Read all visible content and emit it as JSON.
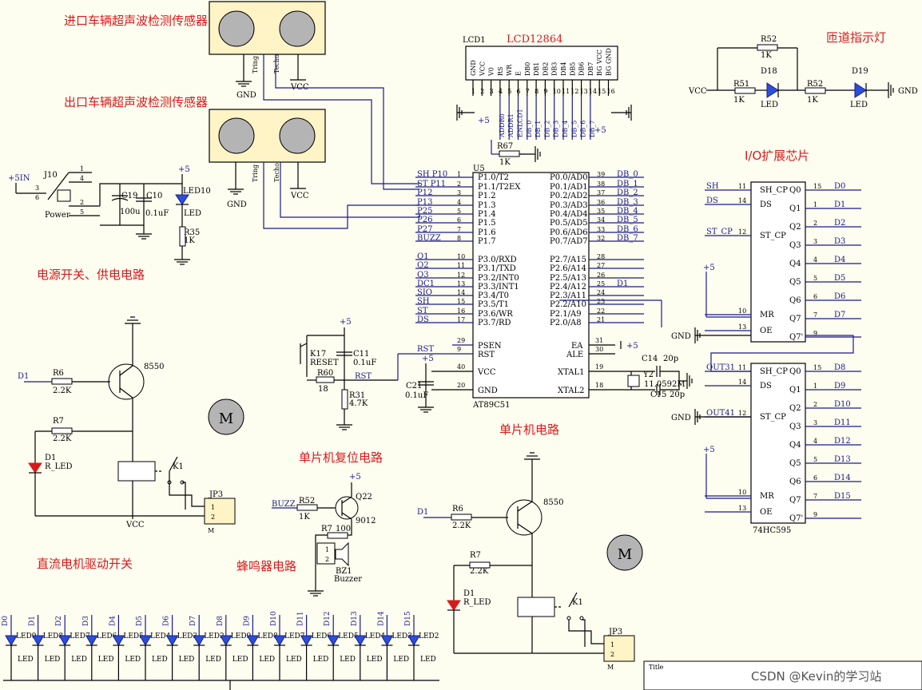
{
  "titles": {
    "entry_sensor": "进口车辆超声波检测传感器",
    "exit_sensor": "出口车辆超声波检测传感器",
    "power": "电源开关、供电电路",
    "motor_switch": "直流电机驱动开关",
    "reset": "单片机复位电路",
    "mcu": "单片机电路",
    "buzzer": "蜂鸣器电路",
    "ramp_light": "匝道指示灯",
    "io_chip": "I/O扩展芯片"
  },
  "lcd": {
    "ref": "LCD1",
    "name": "LCD12864",
    "pins": [
      "GND",
      "VCC",
      "V0",
      "RS",
      "WR",
      "E",
      "DB0",
      "DB1",
      "DB2",
      "DB3",
      "DB4",
      "DB5",
      "DB6",
      "DB7",
      "BG VCC",
      "BG GND"
    ],
    "nets": [
      "ADDR0",
      "ADDR1",
      "ENLCD1",
      "DB_0",
      "DB_1",
      "DB_2",
      "DB_3",
      "DB_4",
      "DB_5",
      "DB_6",
      "DB_7"
    ],
    "r67": "R67",
    "r67_val": "1K",
    "plus5": "+5"
  },
  "mcu": {
    "ref": "U5",
    "part": "AT89C51",
    "left_pins": [
      {
        "net": "SH P10",
        "num": "1",
        "name": "P1.0/T2"
      },
      {
        "net": "ST P11",
        "num": "2",
        "name": "P1.1/T2EX"
      },
      {
        "net": "P12",
        "num": "3",
        "name": "P1.2"
      },
      {
        "net": "P13",
        "num": "4",
        "name": "P1.3"
      },
      {
        "net": "P25",
        "num": "5",
        "name": "P1.4"
      },
      {
        "net": "P26",
        "num": "6",
        "name": "P1.5"
      },
      {
        "net": "P27",
        "num": "7",
        "name": "P1.6"
      },
      {
        "net": "BUZZ",
        "num": "8",
        "name": "P1.7"
      },
      {
        "net": "Q1",
        "num": "10",
        "name": "P3.0/RXD"
      },
      {
        "net": "Q2",
        "num": "11",
        "name": "P3.1/TXD"
      },
      {
        "net": "Q3",
        "num": "12",
        "name": "P3.2/INT0"
      },
      {
        "net": "DC1",
        "num": "13",
        "name": "P3.3/INT1"
      },
      {
        "net": "SIO",
        "num": "14",
        "name": "P3.4/T0"
      },
      {
        "net": "SH",
        "num": "15",
        "name": "P3.5/T1"
      },
      {
        "net": "ST",
        "num": "16",
        "name": "P3.6/WR"
      },
      {
        "net": "DS",
        "num": "17",
        "name": "P3.7/RD"
      }
    ],
    "right_pins": [
      {
        "net": "DB_0",
        "num": "39",
        "name": "P0.0/AD0"
      },
      {
        "net": "DB_1",
        "num": "38",
        "name": "P0.1/AD1"
      },
      {
        "net": "DB_2",
        "num": "37",
        "name": "P0.2/AD2"
      },
      {
        "net": "DB_3",
        "num": "36",
        "name": "P0.3/AD3"
      },
      {
        "net": "DB_4",
        "num": "35",
        "name": "P0.4/AD4"
      },
      {
        "net": "DB_5",
        "num": "34",
        "name": "P0.5/AD5"
      },
      {
        "net": "DB_6",
        "num": "33",
        "name": "P0.6/AD6"
      },
      {
        "net": "DB_7",
        "num": "32",
        "name": "P0.7/AD7"
      },
      {
        "net": "",
        "num": "28",
        "name": "P2.7/A15"
      },
      {
        "net": "",
        "num": "27",
        "name": "P2.6/A14"
      },
      {
        "net": "",
        "num": "26",
        "name": "P2.5/A13"
      },
      {
        "net": "D1",
        "num": "25",
        "name": "P2.4/A12"
      },
      {
        "net": "",
        "num": "24",
        "name": "P2.3/A11"
      },
      {
        "net": "",
        "num": "23",
        "name": "P2.2/A10"
      },
      {
        "net": "",
        "num": "22",
        "name": "P2.1/A9"
      },
      {
        "net": "",
        "num": "21",
        "name": "P2.0/A8"
      }
    ],
    "psen": "PSEN",
    "psen_num": "29",
    "rst": "RST",
    "rst_num": "9",
    "rst_net": "RST",
    "ea": "EA",
    "ea_num": "31",
    "ale": "ALE",
    "ale_num": "30",
    "vcc": "VCC",
    "vcc_num": "40",
    "xtal1": "XTAL1",
    "xtal1_num": "19",
    "gnd": "GND",
    "gnd_num": "20",
    "xtal2": "XTAL2",
    "xtal2_num": "18",
    "c14": "C14",
    "c14_val": "20p",
    "c15": "C15",
    "c15_val": "20p",
    "y2": "Y2",
    "y2_val": "11.0592M",
    "c21": "C21",
    "c21_val": "0.1uF",
    "plus5": "+5"
  },
  "shift_regs": {
    "u1_pins_left": [
      {
        "net": "SH",
        "num": "11",
        "name": "SH_CP"
      },
      {
        "net": "DS",
        "num": "14",
        "name": "DS"
      },
      {
        "net": "ST_CP",
        "num": "12",
        "name": "ST_CP"
      },
      {
        "net": "+5",
        "num": "10",
        "name": "MR"
      },
      {
        "net": "GND",
        "num": "13",
        "name": "OE"
      }
    ],
    "u1_pins_right": [
      {
        "name": "Q0",
        "num": "15",
        "net": "D0"
      },
      {
        "name": "Q1",
        "num": "1",
        "net": "D1"
      },
      {
        "name": "Q2",
        "num": "2",
        "net": "D2"
      },
      {
        "name": "Q3",
        "num": "3",
        "net": "D3"
      },
      {
        "name": "Q4",
        "num": "4",
        "net": "D4"
      },
      {
        "name": "Q5",
        "num": "5",
        "net": "D5"
      },
      {
        "name": "Q6",
        "num": "6",
        "net": "D6"
      },
      {
        "name": "Q7",
        "num": "7",
        "net": "D7"
      },
      {
        "name": "Q7'",
        "num": "9",
        "net": ""
      }
    ],
    "u2_pins_left": [
      {
        "net": "OUT31",
        "num": "11",
        "name": "SH_CP"
      },
      {
        "net": "",
        "num": "14",
        "name": "DS"
      },
      {
        "net": "OUT41",
        "num": "12",
        "name": "ST_CP"
      },
      {
        "net": "+5",
        "num": "10",
        "name": "MR"
      },
      {
        "net": "GND",
        "num": "13",
        "name": "OE"
      }
    ],
    "u2_pins_right": [
      {
        "name": "Q0",
        "num": "15",
        "net": "D8"
      },
      {
        "name": "Q1",
        "num": "1",
        "net": "D9"
      },
      {
        "name": "Q2",
        "num": "2",
        "net": "D10"
      },
      {
        "name": "Q3",
        "num": "3",
        "net": "D11"
      },
      {
        "name": "Q4",
        "num": "4",
        "net": "D12"
      },
      {
        "name": "Q5",
        "num": "5",
        "net": "D13"
      },
      {
        "name": "Q6",
        "num": "6",
        "net": "D14"
      },
      {
        "name": "Q7",
        "num": "7",
        "net": "D15"
      },
      {
        "name": "Q7'",
        "num": "9",
        "net": ""
      }
    ],
    "part": "74HC595"
  },
  "ramp": {
    "vcc": "VCC",
    "gnd": "GND",
    "r52_top": "R52",
    "r52_top_val": "1K",
    "r51": "R51",
    "r51_val": "1K",
    "d18": "D18",
    "d18_label": "LED",
    "r52": "R52",
    "r52_val": "1K",
    "d19": "D19",
    "d19_label": "LED"
  },
  "power": {
    "in": "+5IN",
    "j10": "J10",
    "switch_label": "Power",
    "pins": [
      "1",
      "4",
      "3",
      "6",
      "2",
      "5"
    ],
    "c19": "C19",
    "c19_val": "100u",
    "c10": "C10",
    "c10_val": "0.1uF",
    "led": "LED10",
    "led_label": "LED",
    "r35": "R35",
    "r35_val": "1K",
    "plus5": "+5"
  },
  "sensor_pins": {
    "trig": "Tring",
    "echo": "Techo",
    "gnd": "GND",
    "vcc": "VCC"
  },
  "motor1": {
    "d1_net": "D1",
    "r6": "R6",
    "r6_val": "2.2K",
    "q": "8550",
    "r7": "R7",
    "r7_val": "2.2K",
    "led": "D1",
    "led_label": "R_LED",
    "relay": "K1",
    "jp": "JP3",
    "jp_pins": [
      "1",
      "2"
    ],
    "motor": "M",
    "motor_label": "M",
    "vcc": "VCC"
  },
  "motor2": {
    "d1_net": "D1",
    "r6": "R6",
    "r6_val": "2.2K",
    "q": "8550",
    "r7": "R7",
    "r7_val": "2.2K",
    "led": "D1",
    "led_label": "R_LED",
    "relay": "K1",
    "jp": "JP3",
    "jp_pins": [
      "1",
      "2"
    ],
    "motor": "M",
    "motor_label": "M"
  },
  "reset": {
    "k17": "K17",
    "k17_label": "RESET",
    "c11": "C11",
    "c11_val": "0.1uF",
    "r60": "R60",
    "r60_val": "18",
    "r31": "R31",
    "r31_val": "4.7K",
    "rst": "RST",
    "plus5": "+5"
  },
  "buzzer": {
    "net": "BUZZ",
    "r52": "R52",
    "r52_val": "1K",
    "q": "Q22",
    "q_part": "9012",
    "r7": "R7",
    "r7_val": "100",
    "bz": "BZ1",
    "bz_label": "Buzzer",
    "plus5": "+5",
    "pins": [
      "1",
      "2"
    ]
  },
  "led_bar": {
    "nets": [
      "D0",
      "D1",
      "D2",
      "D3",
      "D4",
      "D5",
      "D6",
      "D7",
      "D8",
      "D9",
      "D10",
      "D11",
      "D12",
      "D13",
      "D14",
      "D15"
    ],
    "refs": [
      "LED9",
      "LED8",
      "LED7",
      "LED6",
      "LED5",
      "LED4",
      "LED3",
      "LED2",
      "LED9",
      "LED8",
      "LED7",
      "LED6",
      "LED5",
      "LED4",
      "LED3",
      "LED2"
    ],
    "label": "LED"
  },
  "title_block": {
    "label": "Title"
  },
  "watermark": "CSDN @Kevin的学习站",
  "colors": {
    "wire": "#1b1b8a",
    "label_red": "#d81a1a",
    "background": "#fdfdf0"
  }
}
